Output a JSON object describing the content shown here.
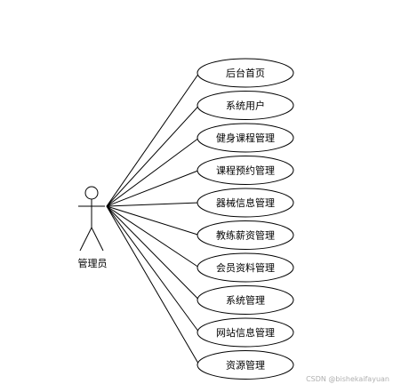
{
  "actor": {
    "name": "管理员"
  },
  "use_cases": [
    "后台首页",
    "系统用户",
    "健身课程管理",
    "课程预约管理",
    "器械信息管理",
    "教练薪资管理",
    "会员资料管理",
    "系统管理",
    "网站信息管理",
    "资源管理"
  ],
  "watermark": "CSDN @bishekaifayuan"
}
